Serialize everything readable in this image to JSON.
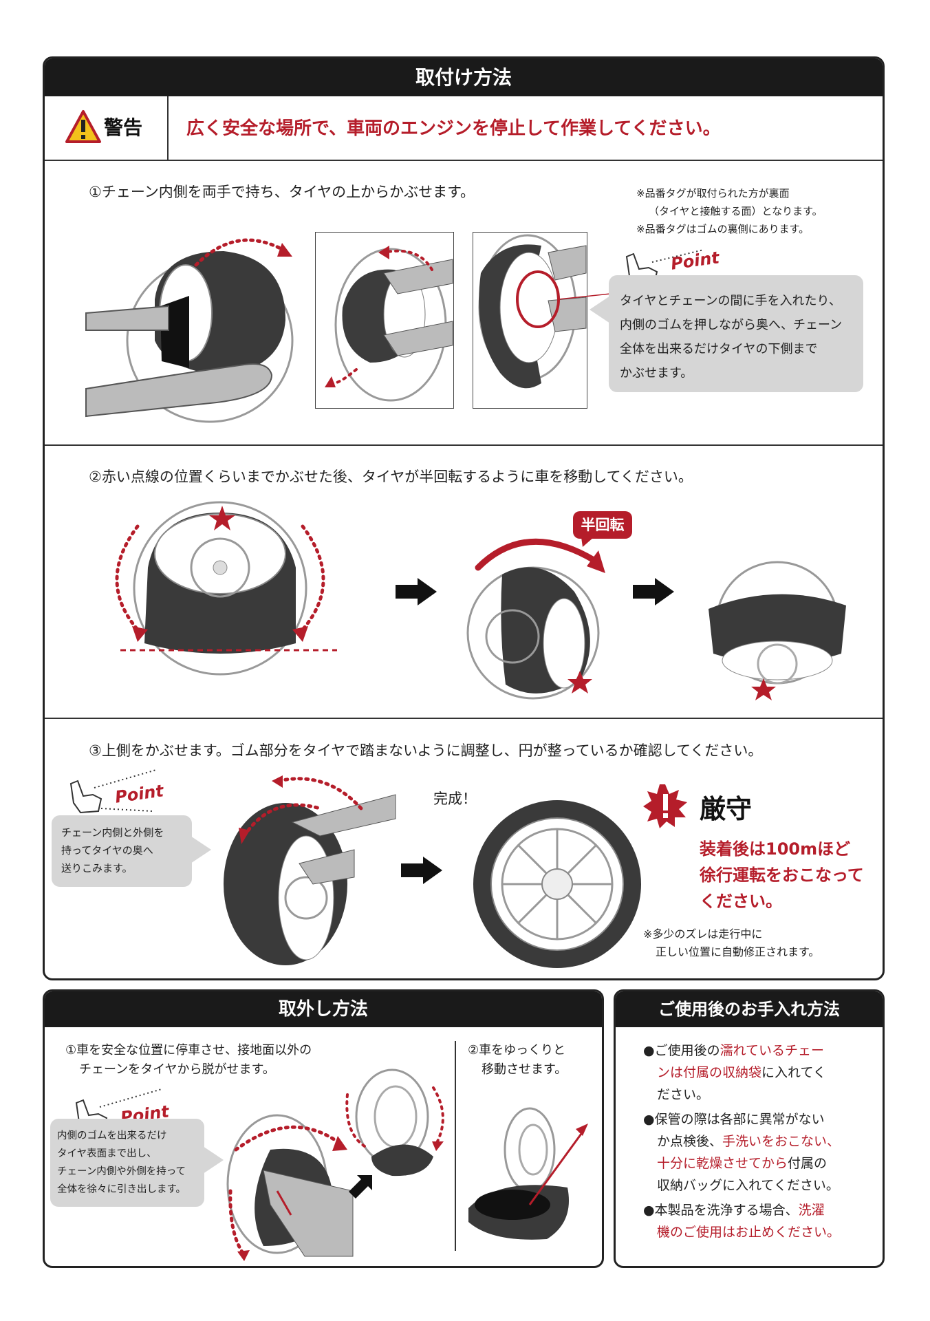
{
  "install": {
    "title": "取付け方法",
    "warning_label": "警告",
    "warning_text": "広く安全な場所で、車両のエンジンを停止して作業してください。",
    "step1": "①チェーン内側を両手で持ち、タイヤの上からかぶせます。",
    "step1_note": [
      "※品番タグが取付られた方が裏面",
      "（タイヤと接触する面）となります。",
      "※品番タグはゴムの裏側にあります。"
    ],
    "point_label": "Point",
    "step1_point": [
      "タイヤとチェーンの間に手を入れたり、",
      "内側のゴムを押しながら奥へ、チェーン",
      "全体を出来るだけタイヤの下側まで",
      "かぶせます。"
    ],
    "step2": "②赤い点線の位置くらいまでかぶせた後、タイヤが半回転するように車を移動してください。",
    "half_turn": "半回転",
    "step3": "③上側をかぶせます。ゴム部分をタイヤで踏まないように調整し、円が整っているか確認してください。",
    "step3_point": [
      "チェーン内側と外側を",
      "持ってタイヤの奥へ",
      "送りこみます。"
    ],
    "complete": "完成！",
    "strict_label": "厳守",
    "strict_text": [
      "装着後は100mほど",
      "徐行運転をおこなって",
      "ください。"
    ],
    "step3_note": [
      "※多少のズレは走行中に",
      "正しい位置に自動修正されます。"
    ]
  },
  "removal": {
    "title": "取外し方法",
    "step1": [
      "①車を安全な位置に停車させ、接地面以外の",
      "チェーンをタイヤから脱がせます。"
    ],
    "point_label": "Point",
    "point": [
      "内側のゴムを出来るだけ",
      "タイヤ表面まで出し、",
      "チェーン内側や外側を持って",
      "全体を徐々に引き出します。"
    ],
    "step2": [
      "②車をゆっくりと",
      "移動させます。"
    ]
  },
  "care": {
    "title": "ご使用後のお手入れ方法",
    "items": [
      {
        "a": "●ご使用後の",
        "b": "濡れているチェー",
        "c": "",
        "d": "ンは付属の収納袋",
        "e": "に入れてく",
        "f": "ださい。"
      },
      {
        "a": "●保管の際は各部に異常がない",
        "b": "か点検後、",
        "c": "手洗いをおこない、",
        "d": "十分に乾燥させてから",
        "e": "付属の",
        "f": "収納バッグに入れてください。"
      },
      {
        "a": "●本製品を洗浄する場合、",
        "b": "洗濯",
        "c": "",
        "d": "機のご使用はお止めください。",
        "e": "",
        "f": ""
      }
    ]
  },
  "colors": {
    "accent": "#b51d2a",
    "header": "#1a1a1a",
    "bubble": "#d6d6d6",
    "warning_yellow": "#f3c11b"
  }
}
